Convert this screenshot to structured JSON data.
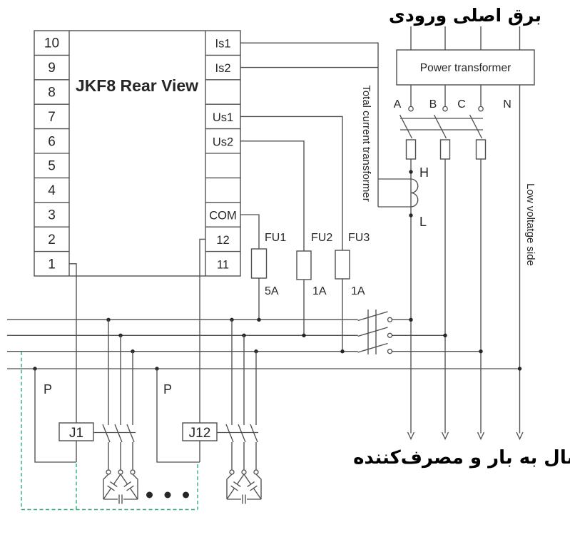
{
  "jkf8": {
    "title": "JKF8 Rear View",
    "left_terminals": [
      "10",
      "9",
      "8",
      "7",
      "6",
      "5",
      "4",
      "3",
      "2",
      "1"
    ],
    "right_terminals": [
      "Is1",
      "Is2",
      "",
      "Us1",
      "Us2",
      "",
      "",
      "COM",
      "12",
      "11"
    ]
  },
  "power": {
    "transformer_label": "Power transformer",
    "input_label_fa": "برق اصلی ورودی",
    "output_label_fa": "اتصال به بار و مصرف‌کننده",
    "phases": [
      "A",
      "B",
      "C",
      "N"
    ],
    "low_voltage_side_label": "Low voltatge side"
  },
  "ct": {
    "label": "Total current transformer",
    "h": "H",
    "l": "L"
  },
  "fuses": [
    {
      "name": "FU1",
      "rating": "5A"
    },
    {
      "name": "FU2",
      "rating": "1A"
    },
    {
      "name": "FU3",
      "rating": "1A"
    }
  ],
  "contactors": [
    {
      "name": "J1",
      "p_label": "P"
    },
    {
      "name": "J12",
      "p_label": "P"
    }
  ],
  "colors": {
    "wire": "#4f4f4f",
    "ink": "#262626",
    "green": "#2fae75"
  }
}
